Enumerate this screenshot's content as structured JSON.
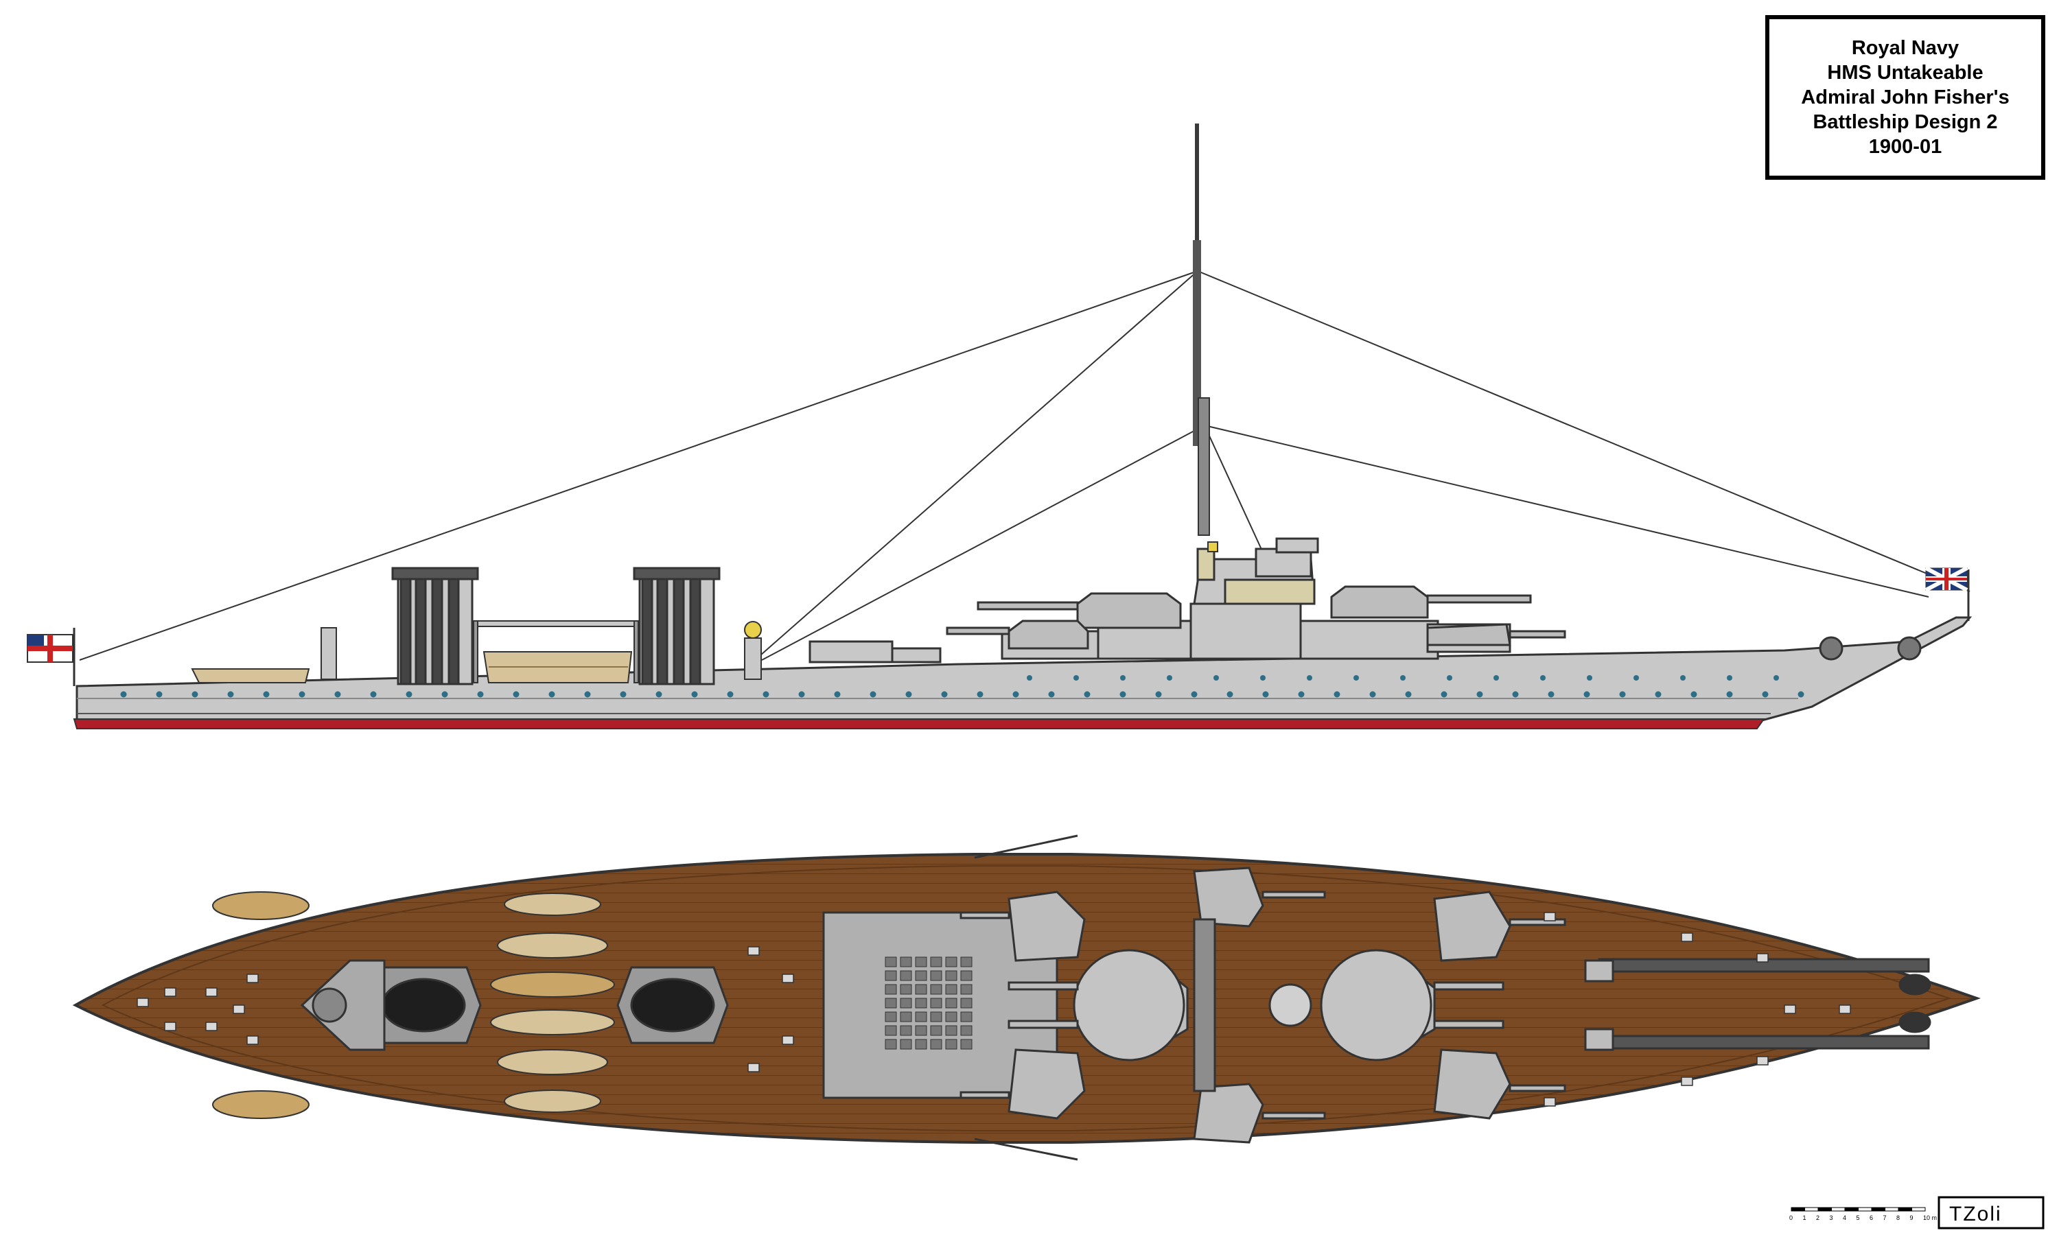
{
  "title_box": {
    "line1": "Royal Navy",
    "line2": "HMS Untakeable",
    "line3": "Admiral John Fisher's",
    "line4": "Battleship Design 2",
    "line5": "1900-01"
  },
  "scale_bar": {
    "labels": [
      "0",
      "1",
      "2",
      "3",
      "4",
      "5",
      "6",
      "7",
      "8",
      "9",
      "10 m"
    ]
  },
  "signature": "TZoli",
  "colors": {
    "hull_grey": "#c8c8c8",
    "boot_red": "#b01e2a",
    "deck_brown": "#7a4a24",
    "boat_tan": "#d7c39a",
    "ensign_red": "#cc2222",
    "union_blue": "#1f3b7a"
  }
}
